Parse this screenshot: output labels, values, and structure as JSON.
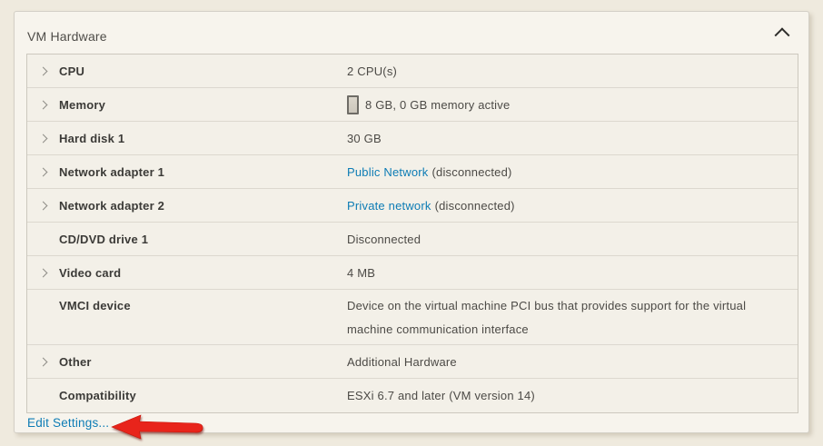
{
  "panel": {
    "title": "VM Hardware",
    "edit_settings_label": "Edit Settings...",
    "rows": [
      {
        "label": "CPU",
        "value": "2 CPU(s)",
        "expandable": true
      },
      {
        "label": "Memory",
        "value": "8 GB, 0 GB memory active",
        "expandable": true,
        "icon": "memory-usage-bar"
      },
      {
        "label": "Hard disk 1",
        "value": "30 GB",
        "expandable": true
      },
      {
        "label": "Network adapter 1",
        "link": "Public Network",
        "value_suffix": "(disconnected)",
        "expandable": true
      },
      {
        "label": "Network adapter 2",
        "link": "Private network",
        "value_suffix": "(disconnected)",
        "expandable": true
      },
      {
        "label": "CD/DVD drive 1",
        "value": "Disconnected",
        "expandable": false
      },
      {
        "label": "Video card",
        "value": "4 MB",
        "expandable": true
      },
      {
        "label": "VMCI device",
        "value": "Device on the virtual machine PCI bus that provides support for the virtual machine communication interface",
        "expandable": false
      },
      {
        "label": "Other",
        "value": "Additional Hardware",
        "expandable": true
      },
      {
        "label": "Compatibility",
        "value": "ESXi 6.7 and later (VM version 14)",
        "expandable": false
      }
    ]
  },
  "icons": {
    "collapse": "chevron-up",
    "row_expander": "chevron-right",
    "memory": "memory-usage-bar",
    "annotation": "red-arrow-pointing-left"
  },
  "colors": {
    "link": "#0d7cb5",
    "arrow_red": "#e8241b",
    "page_background": "#efeade",
    "panel_background": "#f7f4ed",
    "row_background": "#f3f0e8"
  }
}
